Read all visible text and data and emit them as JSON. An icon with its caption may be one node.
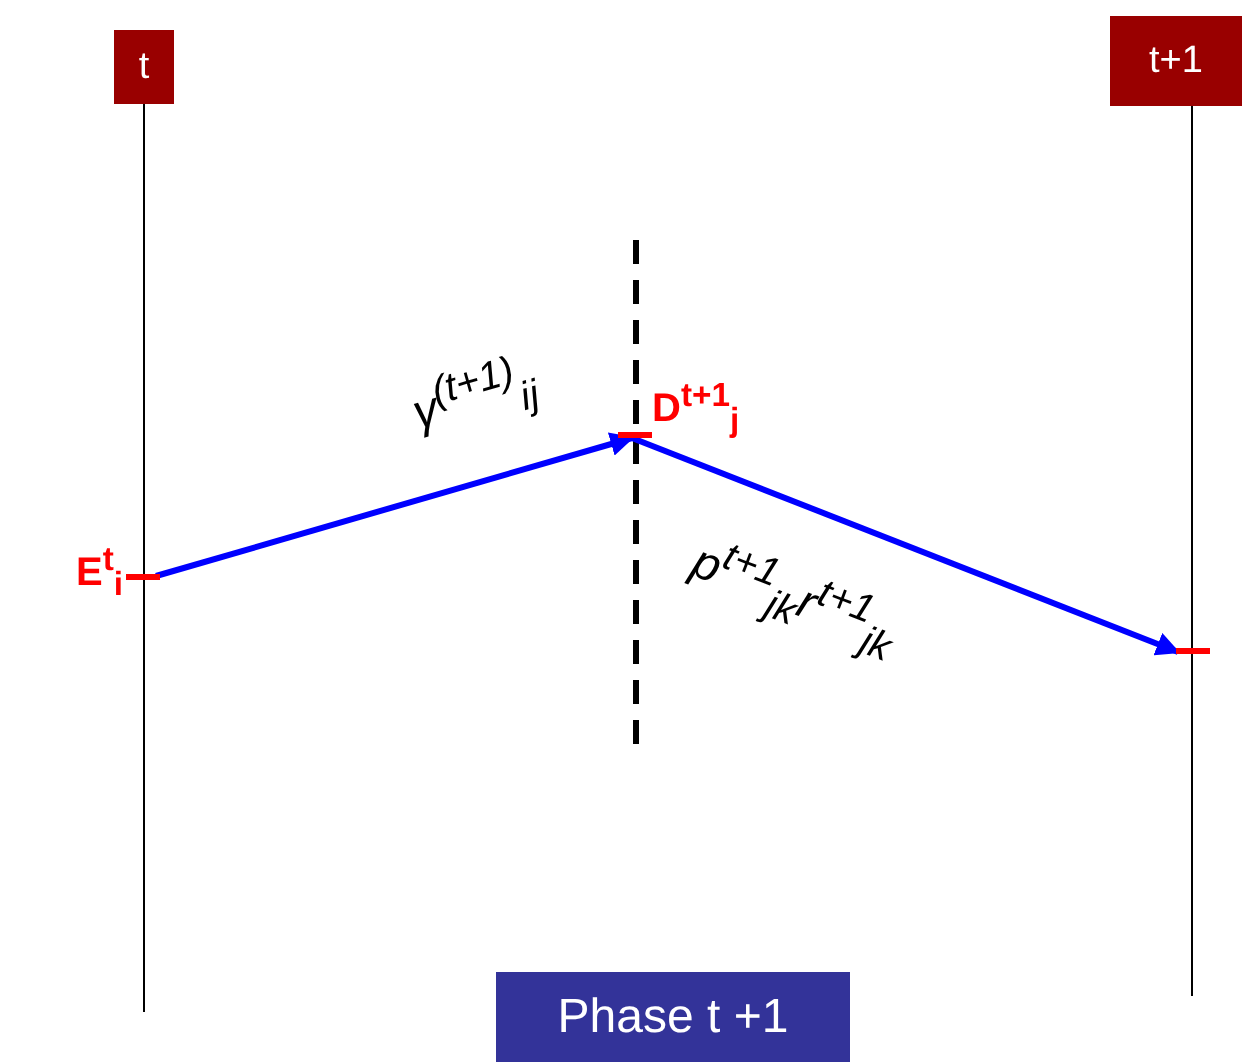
{
  "diagram": {
    "nodes": [
      {
        "text": [
          "t"
        ]
      },
      {
        "text": [
          "t+1"
        ]
      },
      {
        "text": [
          "E$^{t}$$_{i}$"
        ]
      },
      {
        "text": [
          "D$^{t+1}$$_{j}$"
        ]
      },
      {
        "text": [],
        "shape": "bar"
      },
      {
        "text": [
          "Phase t +1"
        ]
      }
    ],
    "edges": [
      {
        "from": 2,
        "to": 3,
        "arrow": "to",
        "label": "γ$^{(t+1)}$$_{ij}$"
      },
      {
        "from": 3,
        "to": 4,
        "arrow": "to",
        "label": "p$^{t+1}$$_{jk}$r$^{t+1}$$_{jk}$"
      }
    ]
  }
}
